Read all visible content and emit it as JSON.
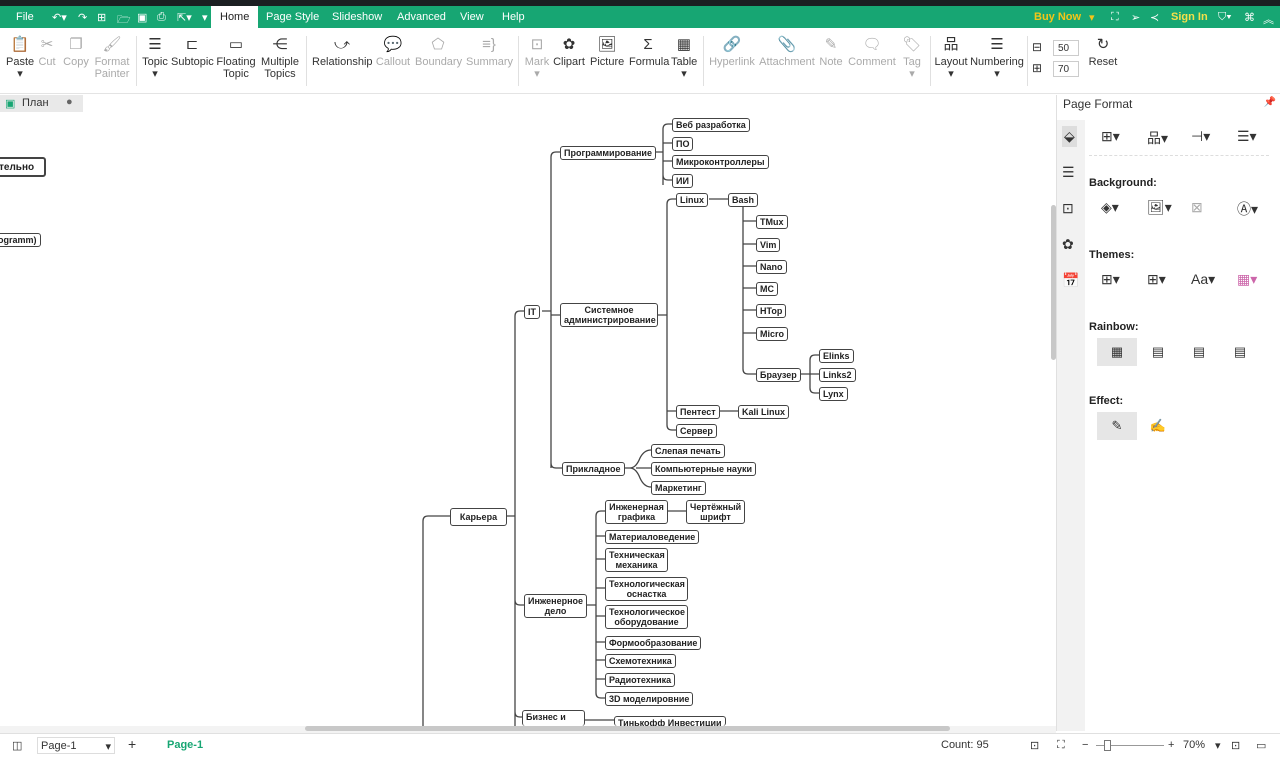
{
  "menu": {
    "file": "File",
    "tabs": [
      "Home",
      "Page Style",
      "Slideshow",
      "Advanced",
      "View",
      "Help"
    ],
    "buy_now": "Buy Now",
    "sign_in": "Sign In"
  },
  "ribbon": {
    "paste": "Paste",
    "cut": "Cut",
    "copy": "Copy",
    "format_painter": "Format Painter",
    "topic": "Topic",
    "subtopic": "Subtopic",
    "floating_topic": "Floating Topic",
    "multiple_topics": "Multiple Topics",
    "relationship": "Relationship",
    "callout": "Callout",
    "boundary": "Boundary",
    "summary": "Summary",
    "mark": "Mark",
    "clipart": "Clipart",
    "picture": "Picture",
    "formula": "Formula",
    "table": "Table",
    "hyperlink": "Hyperlink",
    "attachment": "Attachment",
    "note": "Note",
    "comment": "Comment",
    "tag": "Tag",
    "layout": "Layout",
    "numbering": "Numbering",
    "spacing_h": "50",
    "spacing_v": "70",
    "reset": "Reset"
  },
  "doc_tab": "План",
  "map": {
    "nodes": [
      "тельно",
      "ogramm)",
      "Карьера",
      "IT",
      "Программирование",
      "Веб разработка",
      "ПО",
      "Микроконтроллеры",
      "ИИ",
      "Системное администрирование",
      "Linux",
      "Bash",
      "TMux",
      "Vim",
      "Nano",
      "MC",
      "HTop",
      "Micro",
      "Браузер",
      "Elinks",
      "Links2",
      "Lynx",
      "Пентест",
      "Kali Linux",
      "Сервер",
      "Прикладное",
      "Слепая печать",
      "Компьютерные науки",
      "Маркетинг",
      "Инженерное дело",
      "Инженерная графика",
      "Чертёжный шрифт",
      "Материаловедение",
      "Техническая механика",
      "Технологическая оснастка",
      "Технологическое оборудование",
      "Формообразование",
      "Схемотехника",
      "Радиотехника",
      "3D моделировние",
      "Бизнес и",
      "Тинькофф Инвестиции"
    ]
  },
  "panel": {
    "title": "Page Format",
    "background": "Background:",
    "themes": "Themes:",
    "rainbow": "Rainbow:",
    "effect": "Effect:"
  },
  "status": {
    "page_select": "Page-1",
    "page_tab": "Page-1",
    "count": "Count: 95",
    "zoom": "70%"
  },
  "colors": {
    "accent": "#17a673",
    "buy_now": "#f5c518"
  }
}
